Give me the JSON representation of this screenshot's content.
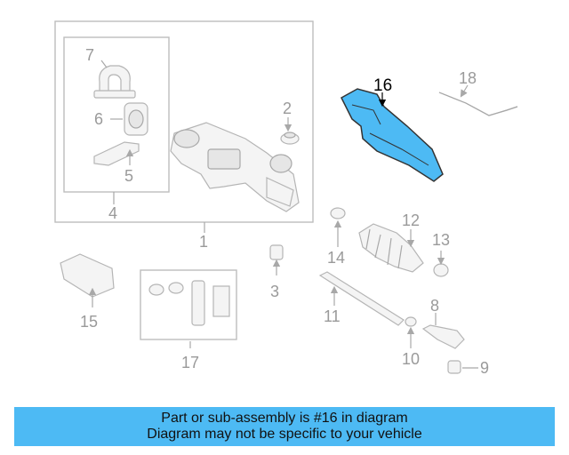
{
  "diagram": {
    "highlight_color": "#4dbaf4",
    "callouts": {
      "c1": "1",
      "c2": "2",
      "c3": "3",
      "c4": "4",
      "c5": "5",
      "c6": "6",
      "c7": "7",
      "c8": "8",
      "c9": "9",
      "c10": "10",
      "c11": "11",
      "c12": "12",
      "c13": "13",
      "c14": "14",
      "c15": "15",
      "c16": "16",
      "c17": "17",
      "c18": "18"
    }
  },
  "banner": {
    "line1": "Part or sub-assembly is #16 in diagram",
    "line2": "Diagram may not be specific to your vehicle",
    "color": "#4dbaf4"
  }
}
